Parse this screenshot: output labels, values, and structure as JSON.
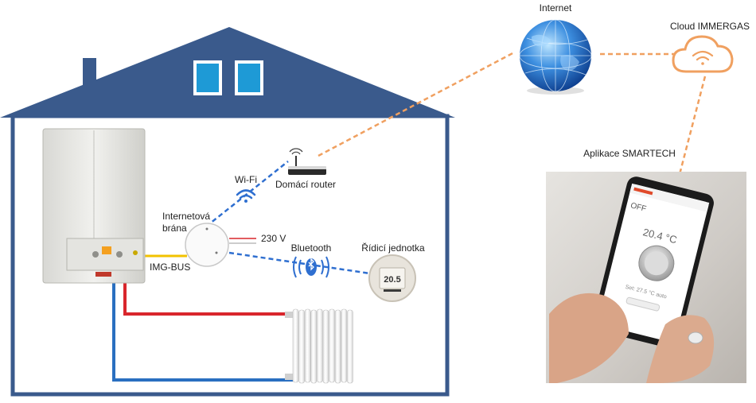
{
  "labels": {
    "internet": "Internet",
    "cloud": "Cloud IMMERGAS",
    "app": "Aplikace SMARTECH",
    "wifi": "Wi-Fi",
    "router": "Domácí router",
    "gateway_line1": "Internetová",
    "gateway_line2": "brána",
    "voltage": "230 V",
    "bluetooth": "Bluetooth",
    "controller": "Řídicí jednotka",
    "bus": "IMG-BUS"
  },
  "phone": {
    "status": "OFF",
    "temperature": "20.4 °C",
    "setpoint": "Set: 27.5 °C auto"
  },
  "controller_display": {
    "temperature": "20.5"
  },
  "colors": {
    "house": "#3a5a8c",
    "window": "#1e9ad6",
    "orange_link": "#f0a060",
    "blue_link": "#2f6fd0",
    "red_pipe": "#d9262c",
    "blue_pipe": "#2a6fc0",
    "yellow_bus": "#f2c200"
  }
}
